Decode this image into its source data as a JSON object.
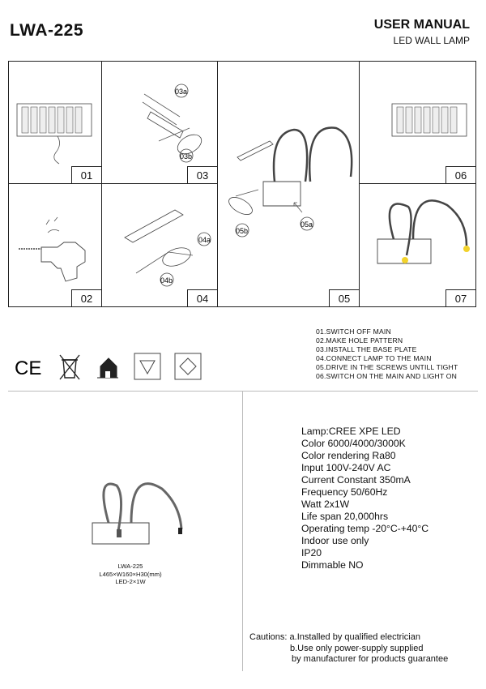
{
  "header": {
    "model": "LWA-225",
    "manual_title": "USER MANUAL",
    "subtitle": "LED WALL LAMP"
  },
  "steps_panels": [
    {
      "number": "01"
    },
    {
      "number": "02"
    },
    {
      "number": "03"
    },
    {
      "number": "04"
    },
    {
      "number": "05"
    },
    {
      "number": "06"
    },
    {
      "number": "07"
    }
  ],
  "callouts": {
    "c03a": "03a",
    "c03b": "03b",
    "c04a": "04a",
    "c04b": "04b",
    "c05a": "05a",
    "c05b": "05b"
  },
  "instructions": [
    "01.SWITCH OFF MAIN",
    "02.MAKE HOLE PATTERN",
    "03.INSTALL THE BASE PLATE",
    "04.CONNECT LAMP TO THE MAIN",
    "05.DRIVE IN THE SCREWS UNTILL TIGHT",
    "06.SWITCH ON THE MAIN AND LIGHT ON"
  ],
  "certification_icons": [
    "ce-mark-icon",
    "weee-bin-icon",
    "indoor-house-icon",
    "triangle-mark-icon",
    "diamond-mark-icon"
  ],
  "ce_text": "CE",
  "product": {
    "model": "LWA-225",
    "dimensions": "L465×W160×H30(mm)",
    "led": "LED-2×1W"
  },
  "specs": [
    "Lamp:CREE XPE LED",
    "Color   6000/4000/3000K",
    "Color rendering   Ra80",
    "Input   100V-240V AC",
    "Current   Constant 350mA",
    "Frequency   50/60Hz",
    "Watt   2x1W",
    "Life span   20,000hrs",
    "Operating temp   -20°C-+40°C",
    "Indoor  use only",
    "IP20",
    "Dimmable   NO"
  ],
  "cautions": [
    "Cautions: a.Installed by qualified electrician",
    "b.Use only power-supply supplied",
    "by manufacturer for products guarantee"
  ]
}
